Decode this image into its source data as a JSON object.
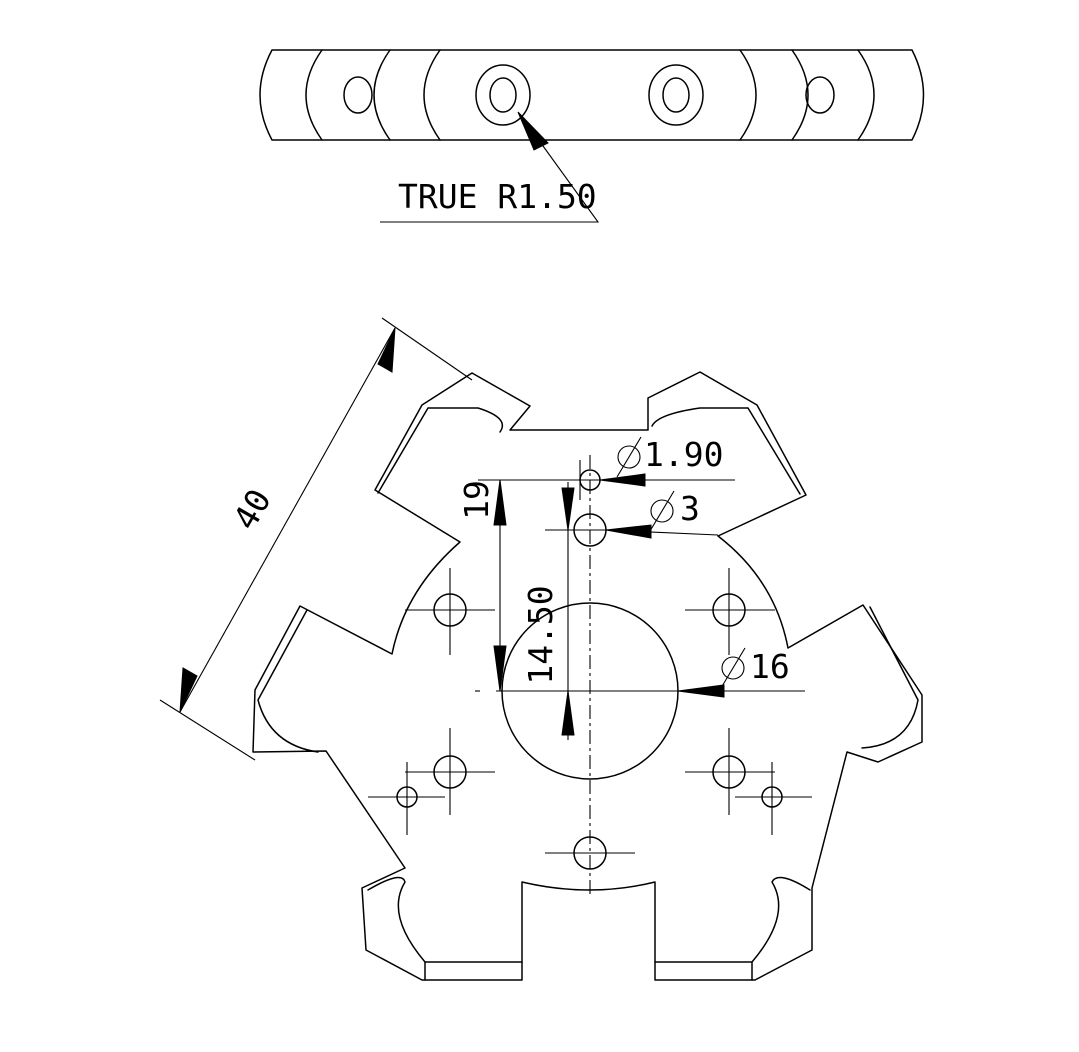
{
  "top_view": {
    "callout": "TRUE R1.50"
  },
  "dimensions": {
    "overall_width": "40",
    "hole_small_diameter": "Ø1.90",
    "hole_large_diameter": "Ø3",
    "vertical_offset_top": "19",
    "vertical_offset_center": "14.50",
    "bore_diameter": "Ø16"
  }
}
